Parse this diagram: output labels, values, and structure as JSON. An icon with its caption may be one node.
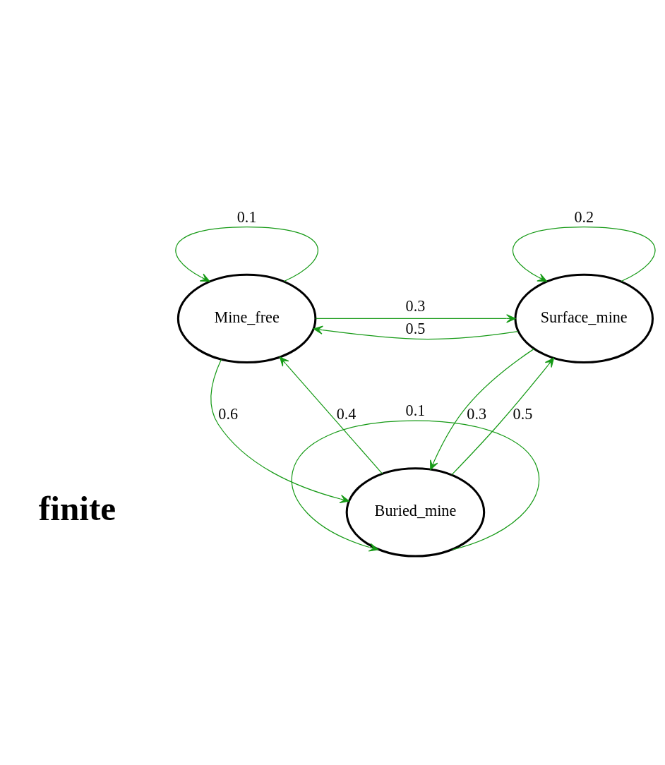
{
  "diagram": {
    "nodes": [
      {
        "text": [
          "Mine_free"
        ]
      },
      {
        "text": [
          "Surface_mine"
        ]
      },
      {
        "text": [
          "Buried_mine"
        ]
      }
    ],
    "edges": [
      {
        "from": 0,
        "to": 0,
        "arrow": "to",
        "label": "0.1"
      },
      {
        "from": 1,
        "to": 1,
        "arrow": "to",
        "label": "0.2"
      },
      {
        "from": 0,
        "to": 1,
        "arrow": "to",
        "label": "0.3"
      },
      {
        "from": 1,
        "to": 0,
        "arrow": "to",
        "label": "0.5"
      },
      {
        "from": 0,
        "to": 2,
        "arrow": "to",
        "label": "0.6"
      },
      {
        "from": 1,
        "to": 2,
        "arrow": "to",
        "label": "0.3"
      },
      {
        "from": 2,
        "to": 0,
        "arrow": "to",
        "label": "0.4"
      },
      {
        "from": 2,
        "to": 1,
        "arrow": "to",
        "label": "0.5"
      },
      {
        "from": 2,
        "to": 2,
        "arrow": "to",
        "label": "0.1"
      }
    ],
    "labels": [
      "finite"
    ]
  }
}
